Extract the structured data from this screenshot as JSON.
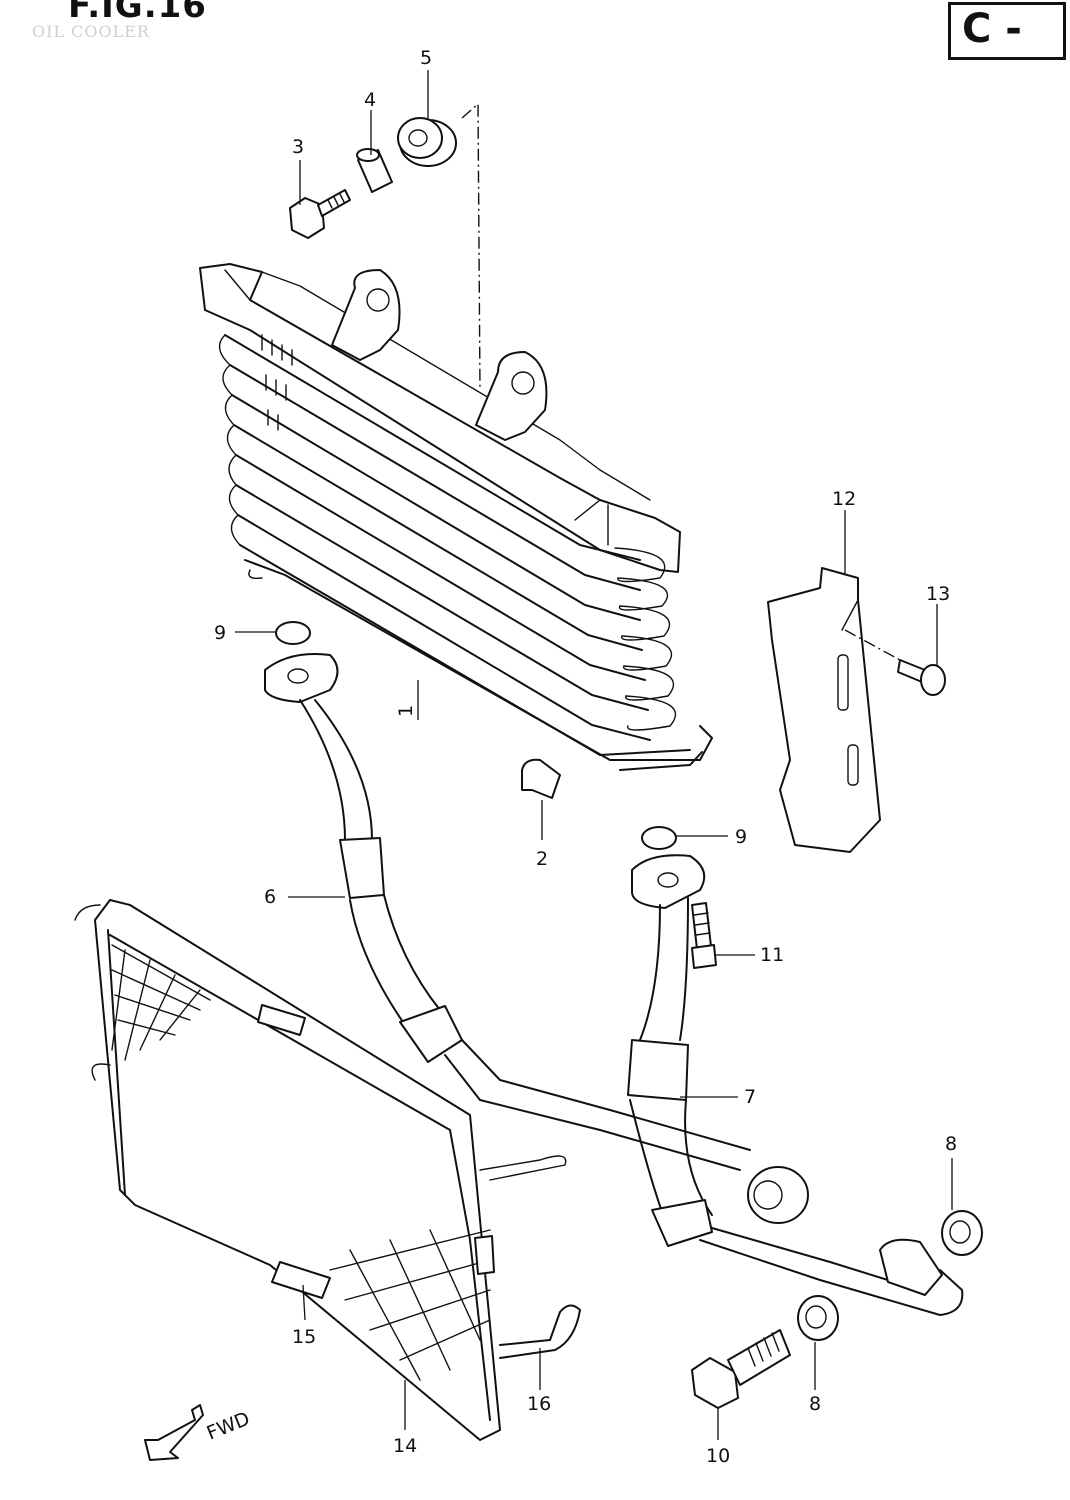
{
  "figure": {
    "title": "F.IG.16",
    "subtitle": "OIL COOLER",
    "section_code": "C -"
  },
  "direction_label": "FWD",
  "callouts": [
    {
      "key": "oil-cooler",
      "label": "1"
    },
    {
      "key": "cooler-clip",
      "label": "2"
    },
    {
      "key": "bolt",
      "label": "3"
    },
    {
      "key": "collar",
      "label": "4"
    },
    {
      "key": "cushion",
      "label": "5"
    },
    {
      "key": "inlet-hose",
      "label": "6"
    },
    {
      "key": "outlet-hose",
      "label": "7"
    },
    {
      "key": "washer-upper",
      "label": "8"
    },
    {
      "key": "washer-lower",
      "label": "8"
    },
    {
      "key": "o-ring-left",
      "label": "9"
    },
    {
      "key": "o-ring-right",
      "label": "9"
    },
    {
      "key": "union-bolt",
      "label": "10"
    },
    {
      "key": "hose-bolt",
      "label": "11"
    },
    {
      "key": "side-cover",
      "label": "12"
    },
    {
      "key": "cover-screw",
      "label": "13"
    },
    {
      "key": "cooler-guard",
      "label": "14"
    },
    {
      "key": "guard-cushion",
      "label": "15"
    },
    {
      "key": "pipe-clamp",
      "label": "16"
    }
  ]
}
